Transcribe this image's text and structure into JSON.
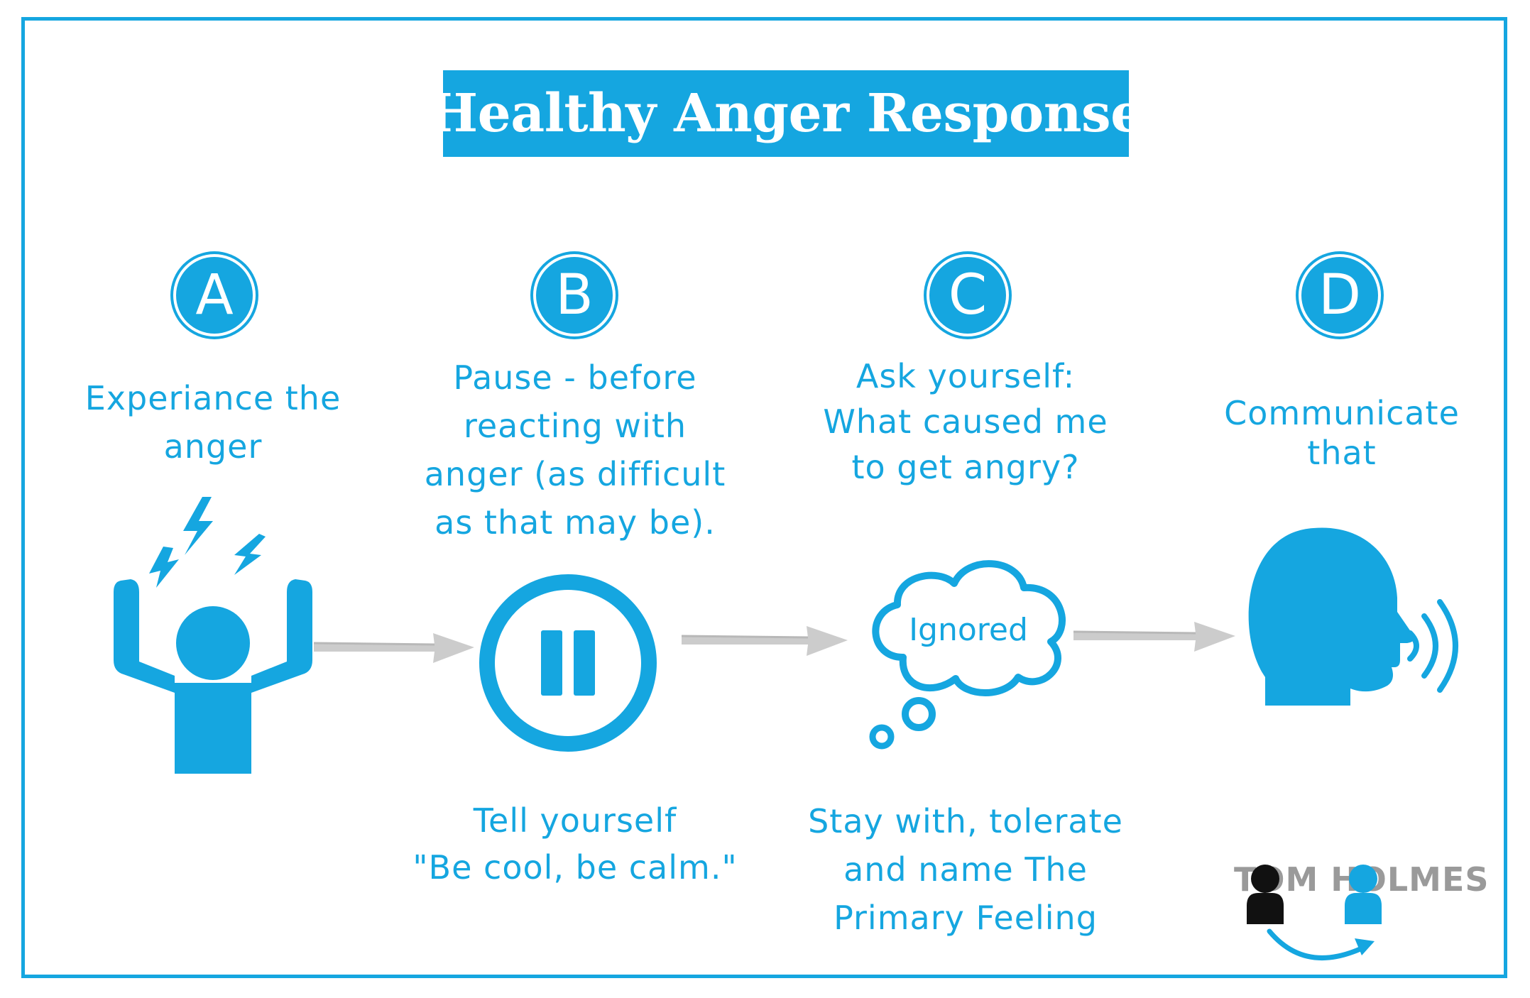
{
  "title": "Healthy Anger Response",
  "steps": [
    {
      "letter": "A",
      "text_lines": [
        "Experiance the",
        "anger"
      ],
      "bottom_lines": []
    },
    {
      "letter": "B",
      "text_lines": [
        "Pause - before",
        "reacting with",
        "anger (as difficult",
        "as that may be)."
      ],
      "bottom_lines": [
        "Tell yourself",
        "\"Be cool, be calm.\""
      ]
    },
    {
      "letter": "C",
      "text_lines": [
        "Ask yourself:",
        "What caused me",
        "to get angry?"
      ],
      "bottom_lines": [
        "Stay with, tolerate",
        "and name The",
        "Primary Feeling"
      ]
    },
    {
      "letter": "D",
      "text_lines": [
        "Communicate",
        "that"
      ],
      "bottom_lines": []
    }
  ],
  "thought_cloud_label": "Ignored",
  "brand": "TOM HOLMES",
  "colors": {
    "accent": "#15a6e0",
    "arrow": "#c8c8c8",
    "brand_gray": "#9a9a9a"
  },
  "icons": [
    "angry-person-icon",
    "pause-icon",
    "thought-cloud-icon",
    "speaking-head-icon",
    "brand-people-icon"
  ]
}
